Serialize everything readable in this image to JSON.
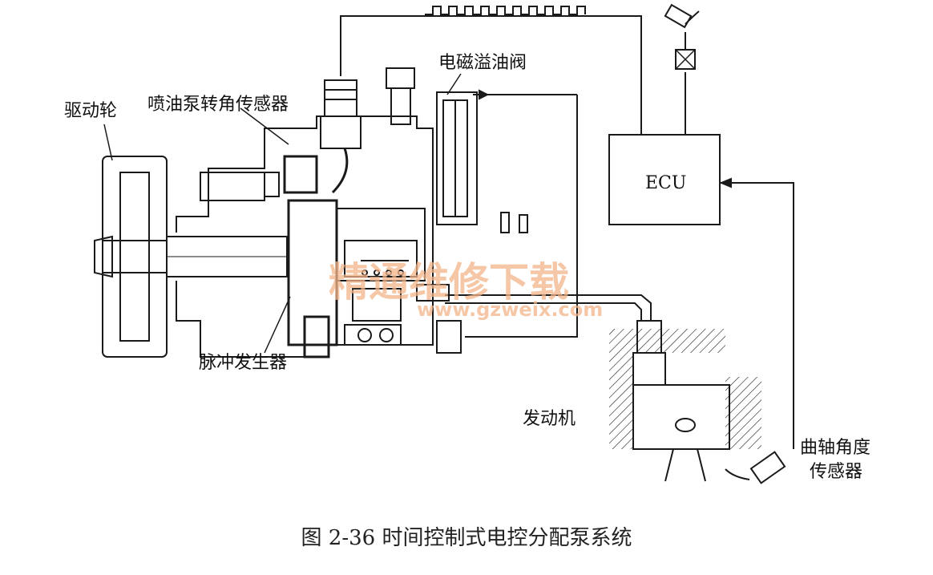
{
  "labels": {
    "drive_wheel": "驱动轮",
    "pump_angle_sensor": "喷油泵转角传感器",
    "solenoid_spill_valve": "电磁溢油阀",
    "ecu": "ECU",
    "pulse_generator": "脉冲发生器",
    "engine": "发动机",
    "crank_sensor_line1": "曲轴角度",
    "crank_sensor_line2": "传感器"
  },
  "caption": "图 2-36   时间控制式电控分配泵系统",
  "watermark": {
    "title": "精通维修下载",
    "url": "www.gzweix.com"
  },
  "colors": {
    "line": "#1a1a1a",
    "watermark": "#f4b58a"
  }
}
